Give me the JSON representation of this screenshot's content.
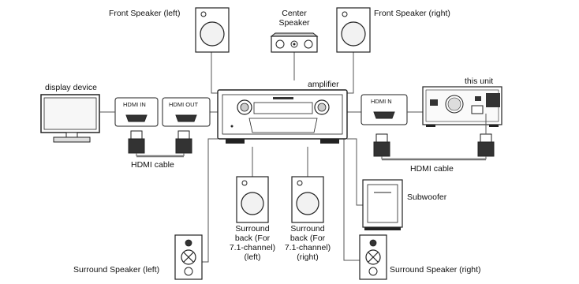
{
  "labels": {
    "front_left": "Front Speaker (left)",
    "front_right": "Front Speaker (right)",
    "center_line1": "Center",
    "center_line2": "Speaker",
    "display_device": "display device",
    "amplifier": "amplifier",
    "this_unit": "this unit",
    "hdmi_cable_left": "HDMI cable",
    "hdmi_cable_right": "HDMI cable",
    "subwoofer": "Subwoofer",
    "surround_back_left": [
      "Surround",
      "back (For",
      "7.1-channel)",
      "(left)"
    ],
    "surround_back_right": [
      "Surround",
      "back (For",
      "7.1-channel)",
      "(right)"
    ],
    "surround_left": "Surround Speaker (left)",
    "surround_right": "Surround Speaker (right)"
  },
  "ports": {
    "display_hdmi_in": "HDMI IN",
    "amp_hdmi_out": "HDMI OUT",
    "unit_hdmi_in": "HDMI  N"
  },
  "colors": {
    "line": "#222222",
    "wire": "#555555",
    "fill_light": "#f2f2f2",
    "fill_dark": "#333333"
  }
}
